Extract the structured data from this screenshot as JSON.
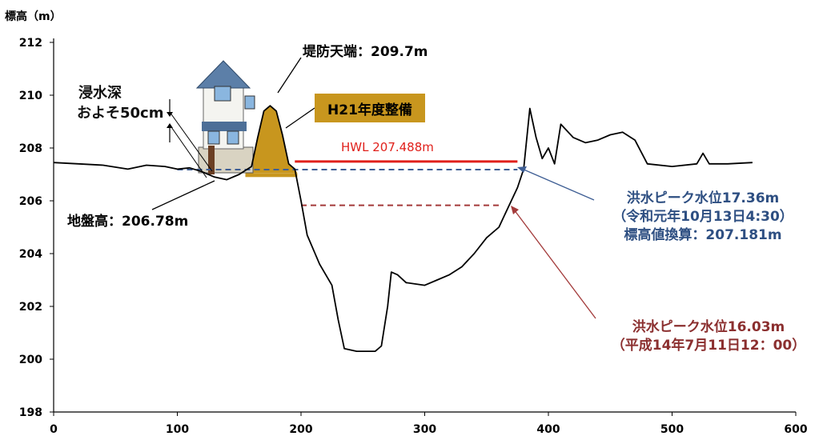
{
  "chart_data": {
    "type": "line",
    "ylabel": "標高（m）",
    "xlim": [
      0,
      600
    ],
    "ylim": [
      198,
      212
    ],
    "x_ticks": [
      0,
      100,
      200,
      300,
      400,
      500,
      600
    ],
    "y_ticks": [
      198,
      200,
      202,
      204,
      206,
      208,
      210,
      212
    ],
    "cross_section": [
      [
        0,
        207.45
      ],
      [
        20,
        207.4
      ],
      [
        40,
        207.35
      ],
      [
        60,
        207.2
      ],
      [
        75,
        207.35
      ],
      [
        90,
        207.3
      ],
      [
        100,
        207.2
      ],
      [
        110,
        207.25
      ],
      [
        120,
        207.1
      ],
      [
        130,
        206.9
      ],
      [
        140,
        206.8
      ],
      [
        150,
        207.0
      ],
      [
        160,
        207.3
      ],
      [
        165,
        208.4
      ],
      [
        170,
        209.4
      ],
      [
        175,
        209.6
      ],
      [
        180,
        209.4
      ],
      [
        185,
        208.5
      ],
      [
        190,
        207.4
      ],
      [
        195,
        207.2
      ],
      [
        200,
        206.0
      ],
      [
        205,
        204.7
      ],
      [
        215,
        203.6
      ],
      [
        225,
        202.8
      ],
      [
        230,
        201.5
      ],
      [
        235,
        200.4
      ],
      [
        245,
        200.3
      ],
      [
        260,
        200.3
      ],
      [
        265,
        200.5
      ],
      [
        270,
        202.0
      ],
      [
        273,
        203.3
      ],
      [
        278,
        203.2
      ],
      [
        285,
        202.9
      ],
      [
        300,
        202.8
      ],
      [
        310,
        203.0
      ],
      [
        320,
        203.2
      ],
      [
        330,
        203.5
      ],
      [
        340,
        204.0
      ],
      [
        350,
        204.6
      ],
      [
        360,
        205.0
      ],
      [
        365,
        205.5
      ],
      [
        375,
        206.5
      ],
      [
        380,
        207.2
      ],
      [
        385,
        209.5
      ],
      [
        390,
        208.4
      ],
      [
        395,
        207.6
      ],
      [
        400,
        208.0
      ],
      [
        405,
        207.4
      ],
      [
        410,
        208.9
      ],
      [
        420,
        208.4
      ],
      [
        430,
        208.2
      ],
      [
        440,
        208.3
      ],
      [
        450,
        208.5
      ],
      [
        460,
        208.6
      ],
      [
        470,
        208.3
      ],
      [
        480,
        207.4
      ],
      [
        500,
        207.3
      ],
      [
        520,
        207.4
      ],
      [
        525,
        207.8
      ],
      [
        530,
        207.4
      ],
      [
        545,
        207.4
      ],
      [
        565,
        207.45
      ]
    ],
    "levels": {
      "hwl": {
        "label": "HWL 207.488m",
        "y": 207.488,
        "x": [
          195,
          375
        ],
        "color": "#E0201B"
      },
      "flood_2019": {
        "y": 207.181,
        "x": [
          100,
          375
        ],
        "color": "#3E5E94"
      },
      "flood_2002": {
        "y": 205.83,
        "x": [
          200,
          362
        ],
        "color": "#A33A3A"
      }
    },
    "levee_color": "#C8961E"
  },
  "annotations": {
    "levee_crown": "堤防天端：209.7m",
    "levee_work": "H21年度整備",
    "inundation_line1": "浸水深",
    "inundation_line2": "およそ50cm",
    "ground_height": "地盤高：206.78m",
    "flood_2019_line1": "洪水ピーク水位17.36m",
    "flood_2019_line2": "（令和元年10月13日4:30）",
    "flood_2019_line3": "標高値換算：207.181m",
    "flood_2002_line1": "洪水ピーク水位16.03m",
    "flood_2002_line2": "（平成14年7月11日12：00）"
  },
  "icons": {
    "house": "house-icon"
  }
}
